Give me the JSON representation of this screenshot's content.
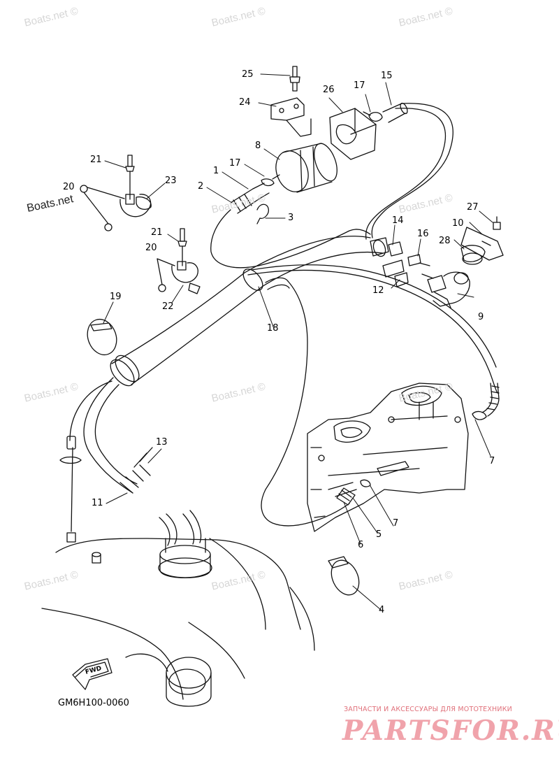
{
  "diagram": {
    "code": "GM6H100-0060",
    "fwd_label": "FWD",
    "callouts": {
      "c1": "1",
      "c2": "2",
      "c3": "3",
      "c4": "4",
      "c5": "5",
      "c6": "6",
      "c7a": "7",
      "c7b": "7",
      "c8": "8",
      "c9": "9",
      "c10": "10",
      "c11": "11",
      "c12": "12",
      "c13": "13",
      "c14": "14",
      "c15": "15",
      "c16": "16",
      "c17a": "17",
      "c17b": "17",
      "c18": "18",
      "c19": "19",
      "c20a": "20",
      "c20b": "20",
      "c21a": "21",
      "c21b": "21",
      "c22": "22",
      "c23": "23",
      "c24": "24",
      "c25": "25",
      "c26": "26",
      "c27": "27",
      "c28": "28"
    }
  },
  "watermarks": {
    "w1": "Boats.net ©",
    "w2": "Boats.net ©",
    "w3": "Boats.net ©",
    "w4": "Boats.net",
    "w5": "Boats.net ©",
    "w6": "Boats.net ©",
    "w7": "Boats.net ©",
    "w8": "Boats.net ©",
    "w9": "Boats.net ©",
    "w10": "Boats.net ©",
    "w11": "Boats.net ©",
    "w12": "Boats.net ©"
  },
  "brand": {
    "tagline": "ЗАПЧАСТИ И АКСЕССУАРЫ ДЛЯ МОТОТЕХНИКИ",
    "name": "PARTSFOR.RU",
    "color": "#f0a3ab"
  }
}
